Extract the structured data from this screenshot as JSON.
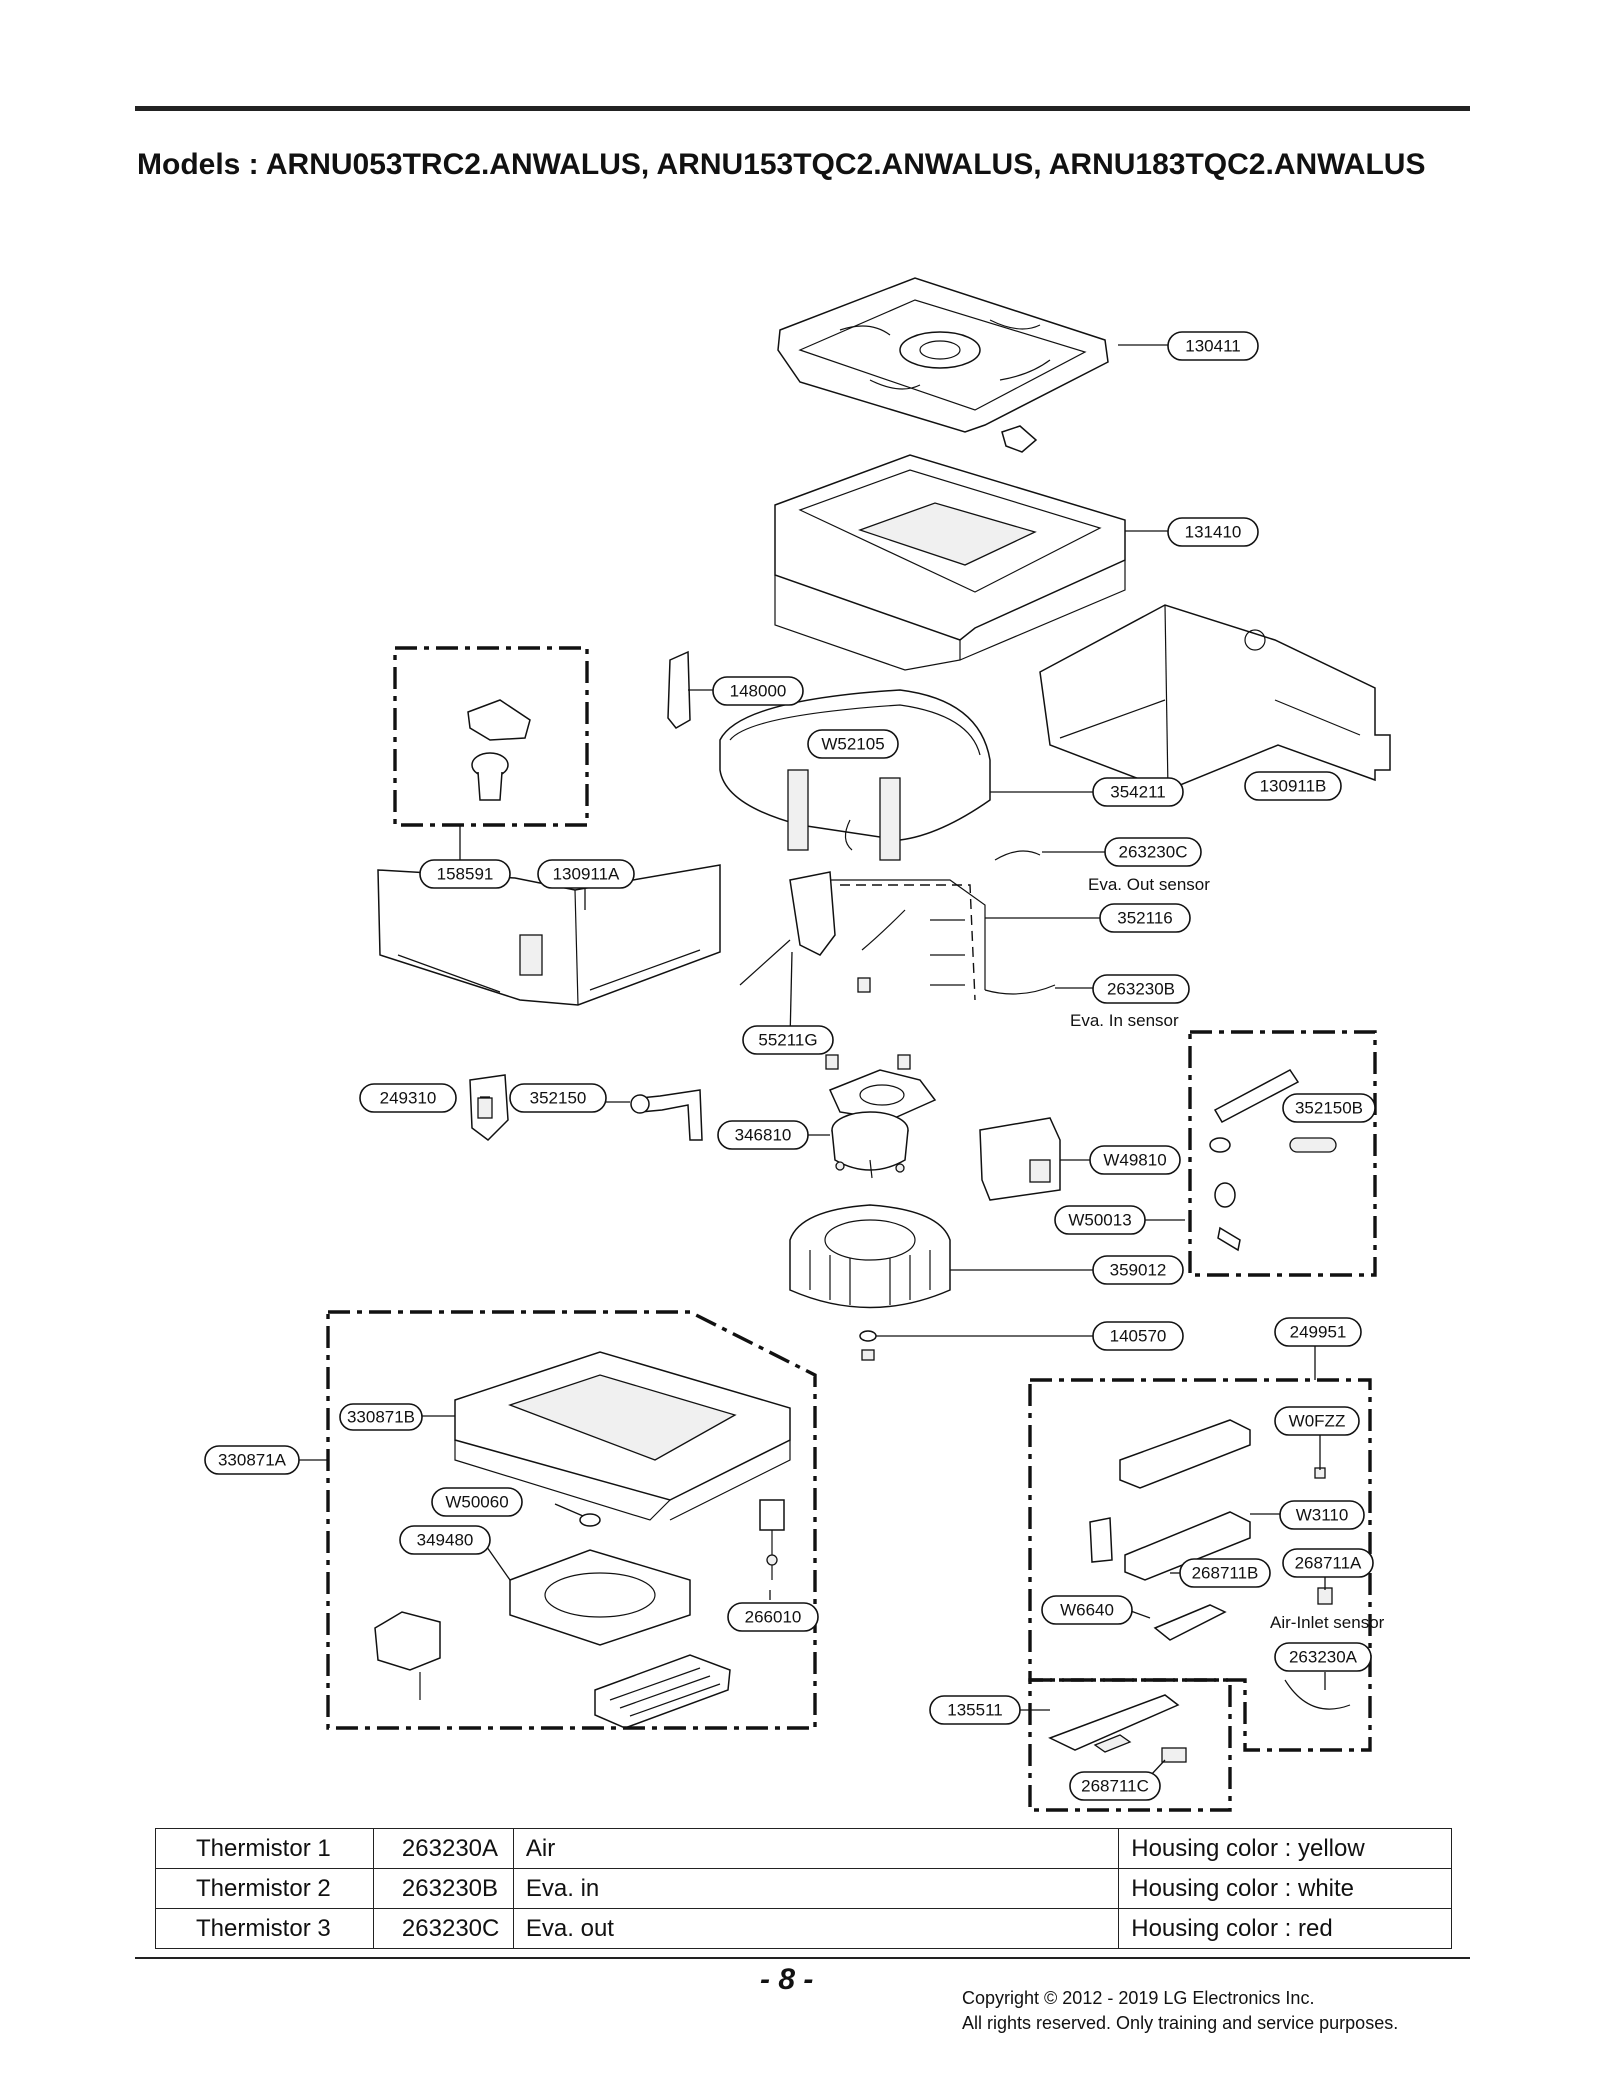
{
  "header": {
    "title": "Models : ARNU053TRC2.ANWALUS, ARNU153TQC2.ANWALUS, ARNU183TQC2.ANWALUS"
  },
  "callouts": {
    "c130411": "130411",
    "c131410": "131410",
    "c148000": "148000",
    "cW52105": "W52105",
    "c354211": "354211",
    "c130911B": "130911B",
    "c158591": "158591",
    "c130911A": "130911A",
    "c263230C": "263230C",
    "c352116": "352116",
    "c263230B": "263230B",
    "c55211G": "55211G",
    "c249310": "249310",
    "c352150": "352150",
    "c352150B": "352150B",
    "c346810": "346810",
    "cW49810": "W49810",
    "cW50013": "W50013",
    "c359012": "359012",
    "c140570": "140570",
    "c249951": "249951",
    "c330871B": "330871B",
    "c330871A": "330871A",
    "cW0FZZ": "W0FZZ",
    "cW50060": "W50060",
    "cW3110": "W3110",
    "c349480": "349480",
    "c268711A": "268711A",
    "c268711B": "268711B",
    "cW6640": "W6640",
    "c266010": "266010",
    "c263230A": "263230A",
    "c135511": "135511",
    "c268711C": "268711C"
  },
  "notes": {
    "eva_out": "Eva. Out sensor",
    "eva_in": "Eva. In sensor",
    "air_inlet": "Air-Inlet sensor"
  },
  "thermistor_table": [
    {
      "name": "Thermistor 1",
      "code": "263230A",
      "type": "Air",
      "housing": "Housing color : yellow"
    },
    {
      "name": "Thermistor 2",
      "code": "263230B",
      "type": "Eva. in",
      "housing": "Housing color : white"
    },
    {
      "name": "Thermistor 3",
      "code": "263230C",
      "type": "Eva. out",
      "housing": "Housing color : red"
    }
  ],
  "footer": {
    "page": "- 8 -",
    "copyright_line1": "Copyright © 2012 - 2019 LG Electronics Inc.",
    "copyright_line2": "All rights reserved. Only training and service purposes."
  }
}
